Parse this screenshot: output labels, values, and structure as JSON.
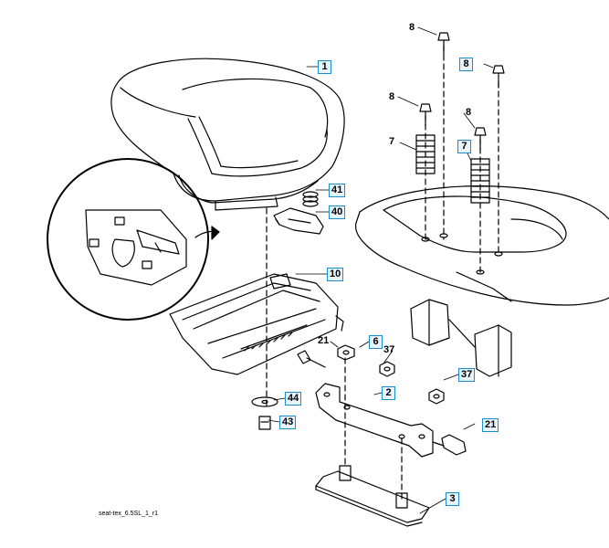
{
  "figure": {
    "caption": "seat-tex_6.5SL_1_r1"
  },
  "callouts": {
    "seat": "1",
    "bracket": "2",
    "base_plate": "3",
    "part_6": "6",
    "spring_left": "7",
    "spring_right": "7",
    "bolt_top_left": "8",
    "bolt_top_right": "8",
    "bolt_mid_left": "8",
    "bolt_mid_right": "8",
    "seat_pan": "10",
    "bolt_21_left": "21",
    "bolt_21_right": "21",
    "nut_37_left": "37",
    "nut_37_right": "37",
    "clip_40": "40",
    "spring_41": "41",
    "screw_43": "43",
    "washer_44": "44"
  }
}
